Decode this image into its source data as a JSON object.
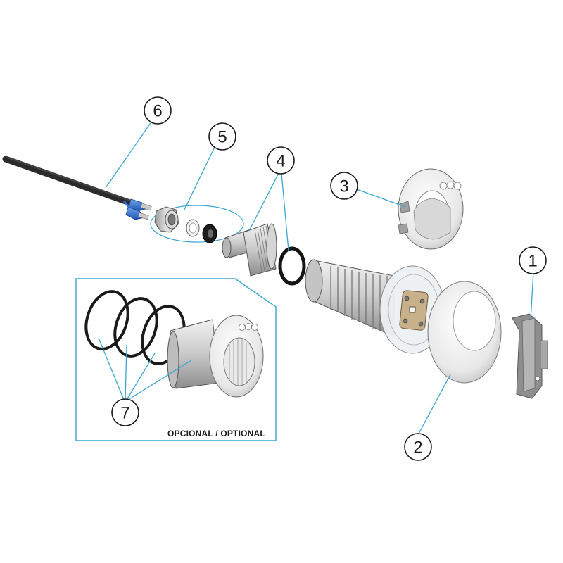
{
  "callouts": [
    {
      "id": "1",
      "label": "1"
    },
    {
      "id": "2",
      "label": "2"
    },
    {
      "id": "3",
      "label": "3"
    },
    {
      "id": "4",
      "label": "4"
    },
    {
      "id": "5",
      "label": "5"
    },
    {
      "id": "6",
      "label": "6"
    },
    {
      "id": "7",
      "label": "7"
    }
  ],
  "optional_box": {
    "label": "OPCIONAL / OPTIONAL"
  },
  "colors": {
    "leader": "#3aa6cf",
    "part_light": "#e6e6e6",
    "part_mid": "#bdbdbd",
    "part_dark": "#7a7a7a",
    "cable": "#2b2b2b",
    "connector": "#2f6fd1",
    "lamp_face": "#c8b08a"
  }
}
